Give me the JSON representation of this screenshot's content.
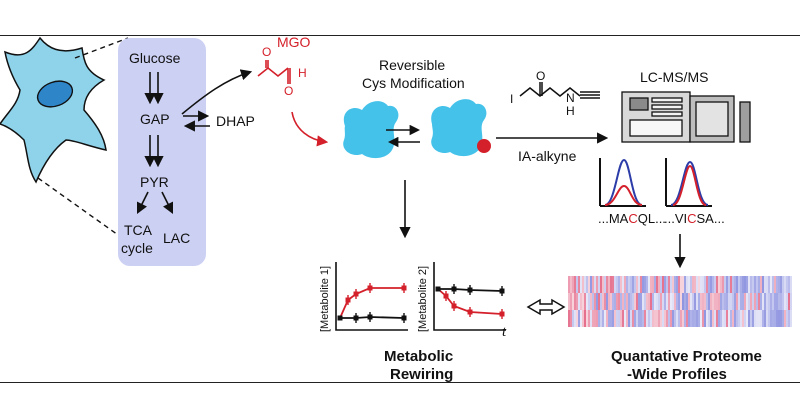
{
  "pathway": {
    "glucose": "Glucose",
    "gap": "GAP",
    "dhap": "DHAP",
    "pyr": "PYR",
    "tca_line1": "TCA",
    "tca_line2": "cycle",
    "lac": "LAC"
  },
  "mgo": {
    "label": "MGO",
    "o_label": "O",
    "h_label": "H"
  },
  "modification": {
    "line1": "Reversible",
    "line2": "Cys Modification"
  },
  "probe": {
    "i_label": "I",
    "o_label": "O",
    "n_label": "N",
    "h_label": "H",
    "name": "IA-alkyne"
  },
  "ms": {
    "label": "LC-MS/MS"
  },
  "peptides": {
    "p1": {
      "pre": "...MA",
      "hl": "C",
      "post": "QL..."
    },
    "p2": {
      "pre": "...VI",
      "hl": "C",
      "post": "SA..."
    }
  },
  "plots": {
    "plot1_ylabel": "[Metabolite 1]",
    "plot2_ylabel": "[Metabolite 2]",
    "time_label": "t"
  },
  "captions": {
    "rewiring_line1": "Metabolic",
    "rewiring_line2": "Rewiring",
    "proteome_line1": "Quantative Proteome",
    "proteome_line2": "-Wide Profiles"
  },
  "colors": {
    "cell_fill": "#8fd3ea",
    "pathway_box": "#ccd0f3",
    "protein": "#45c2ea",
    "highlight_red": "#d4202a",
    "trace_blue": "#2c3ca8",
    "heatmap_red": "#e0577a",
    "heatmap_blue": "#6c73d6"
  }
}
